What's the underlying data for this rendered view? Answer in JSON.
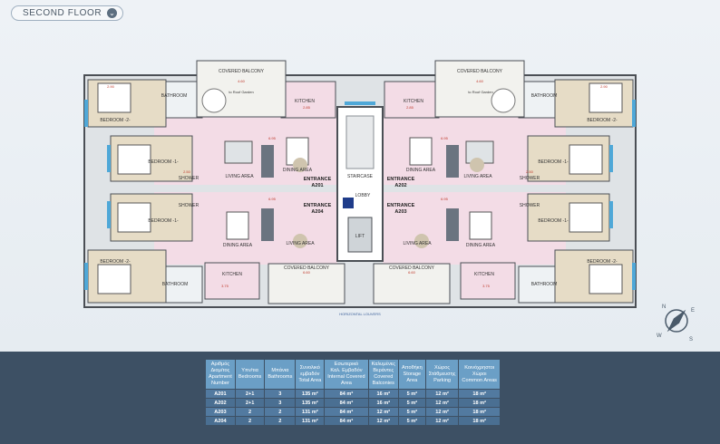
{
  "floor_selector": {
    "label": "SECOND FLOOR",
    "icon": "chevron-down-icon"
  },
  "plan": {
    "labels": {
      "covered_balcony": "COVERED BALCONY",
      "roof_garden": "to Roof Garden",
      "kitchen": "KITCHEN",
      "bathroom": "BATHROOM",
      "bedroom_1": "BEDROOM -1-",
      "bedroom_2": "BEDROOM -2-",
      "shower": "SHOWER",
      "living_area": "LIVING AREA",
      "dining_area": "DINING AREA",
      "staircase": "STAIRCASE",
      "lobby": "LOBBY",
      "lift": "LIFT",
      "horizontal_louvers": "HORIZONTAL LOUVERS",
      "entrance": "ENTRANCE",
      "a201": "A201",
      "a202": "A202",
      "a203": "A203",
      "a204": "A204"
    },
    "dims": {
      "d460": "4.60",
      "d285": "2.85",
      "d290": "2.90",
      "d245": "2.45",
      "d375": "3.75",
      "d610": "6.10",
      "d695": "6.95",
      "d255": "2.55",
      "d250": "2.50",
      "d260": "2.60",
      "d660": "6.60"
    }
  },
  "compass": {
    "n": "N",
    "e": "E",
    "s": "S",
    "w": "W"
  },
  "colors": {
    "wall": "#4b4f55",
    "floor_pink": "#f3dce6",
    "floor_beige": "#e6dcc6",
    "balcony": "#f2f2ee",
    "table_header": "#6b9fc6",
    "table_row": "#4a6f92",
    "bottom_bg": "#3d5064",
    "window": "#4fa8d8"
  },
  "table": {
    "headers": [
      {
        "l1": "Αριθμός",
        "l2": "Διαμ/τος",
        "l3": "Apartment",
        "l4": "Number"
      },
      {
        "l1": "Υπν/τια",
        "l2": "Bedrooms",
        "l3": "",
        "l4": ""
      },
      {
        "l1": "Μπάνια",
        "l2": "Bathrooms",
        "l3": "",
        "l4": ""
      },
      {
        "l1": "Συνολικό",
        "l2": "εμβαδόν",
        "l3": "Total Area",
        "l4": ""
      },
      {
        "l1": "Εσωτερικό",
        "l2": "Καλ. Εμβαδόν",
        "l3": "Internal Covered",
        "l4": "Area"
      },
      {
        "l1": "Καλυμένες",
        "l2": "Βεράντες",
        "l3": "Covered",
        "l4": "Balconies"
      },
      {
        "l1": "Αποθήκη",
        "l2": "Storage",
        "l3": "Area",
        "l4": ""
      },
      {
        "l1": "Χώρος",
        "l2": "Στάθμευσης",
        "l3": "Parking",
        "l4": ""
      },
      {
        "l1": "Κοινόχρηστοι",
        "l2": "Χώροι",
        "l3": "Common Areas",
        "l4": ""
      }
    ],
    "rows": [
      [
        "A201",
        "2+1",
        "3",
        "135 m²",
        "84 m²",
        "16 m²",
        "5 m²",
        "12 m²",
        "18 m²"
      ],
      [
        "A202",
        "2+1",
        "3",
        "135 m²",
        "84 m²",
        "16 m²",
        "5 m²",
        "12 m²",
        "18 m²"
      ],
      [
        "A203",
        "2",
        "2",
        "131 m²",
        "84 m²",
        "12 m²",
        "5 m²",
        "12 m²",
        "18 m²"
      ],
      [
        "A204",
        "2",
        "2",
        "131 m²",
        "84 m²",
        "12 m²",
        "5 m²",
        "12 m²",
        "18 m²"
      ]
    ]
  }
}
